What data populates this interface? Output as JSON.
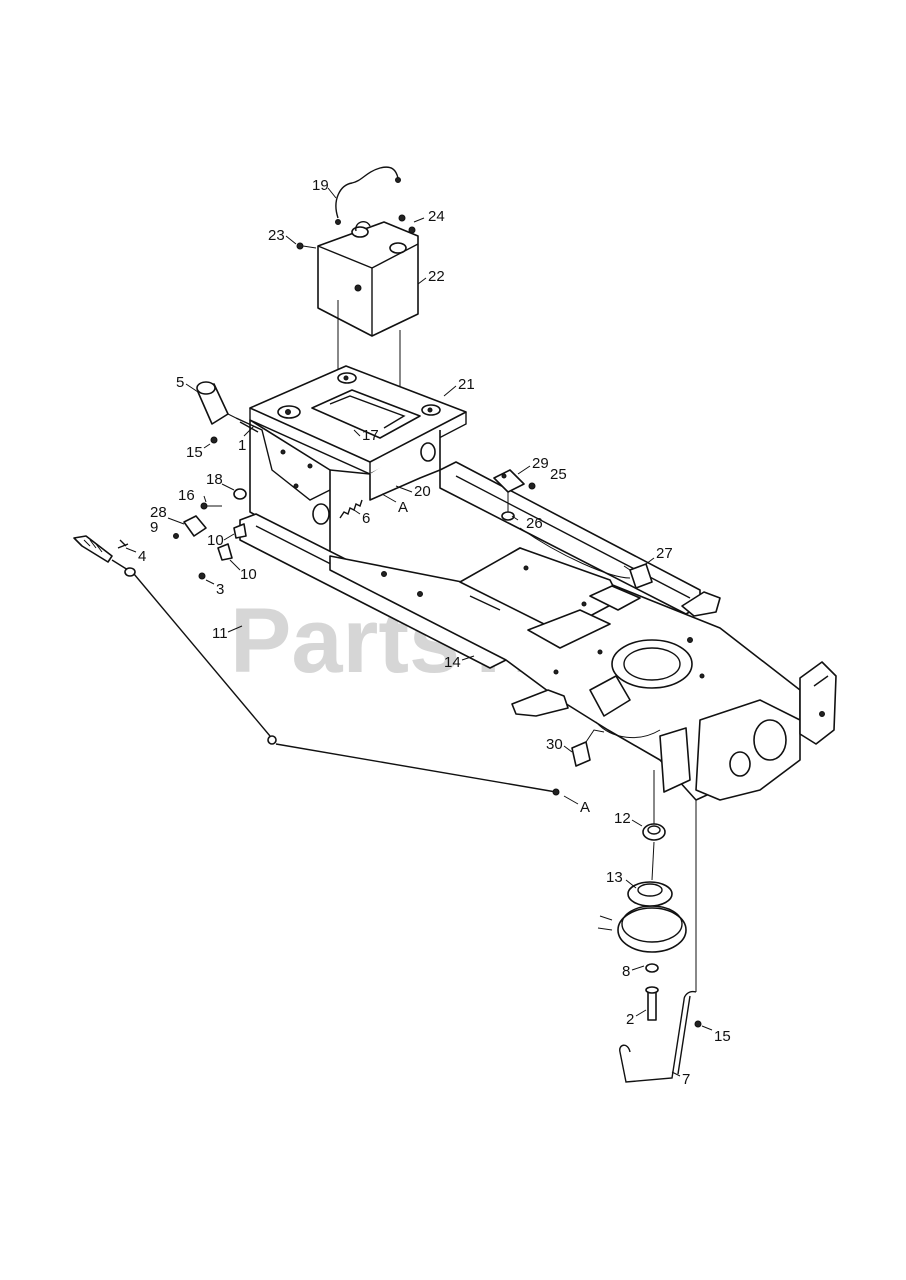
{
  "watermark": "PartsTree",
  "callouts": [
    {
      "id": "c19",
      "text": "19"
    },
    {
      "id": "c24",
      "text": "24"
    },
    {
      "id": "c23",
      "text": "23"
    },
    {
      "id": "c22",
      "text": "22"
    },
    {
      "id": "c5",
      "text": "5"
    },
    {
      "id": "c21",
      "text": "21"
    },
    {
      "id": "c1",
      "text": "1"
    },
    {
      "id": "c17",
      "text": "17"
    },
    {
      "id": "c15a",
      "text": "15"
    },
    {
      "id": "c18",
      "text": "18"
    },
    {
      "id": "c29",
      "text": "29"
    },
    {
      "id": "c25",
      "text": "25"
    },
    {
      "id": "c16",
      "text": "16"
    },
    {
      "id": "c20",
      "text": "20"
    },
    {
      "id": "cA1",
      "text": "A"
    },
    {
      "id": "c6",
      "text": "6"
    },
    {
      "id": "c28",
      "text": "28"
    },
    {
      "id": "c9",
      "text": "9"
    },
    {
      "id": "c26",
      "text": "26"
    },
    {
      "id": "c10a",
      "text": "10"
    },
    {
      "id": "c4",
      "text": "4"
    },
    {
      "id": "c10b",
      "text": "10"
    },
    {
      "id": "c27",
      "text": "27"
    },
    {
      "id": "c3",
      "text": "3"
    },
    {
      "id": "c11",
      "text": "11"
    },
    {
      "id": "c14",
      "text": "14"
    },
    {
      "id": "c30",
      "text": "30"
    },
    {
      "id": "cA2",
      "text": "A"
    },
    {
      "id": "c12",
      "text": "12"
    },
    {
      "id": "c13",
      "text": "13"
    },
    {
      "id": "c8",
      "text": "8"
    },
    {
      "id": "c2",
      "text": "2"
    },
    {
      "id": "c15b",
      "text": "15"
    },
    {
      "id": "c7",
      "text": "7"
    }
  ]
}
